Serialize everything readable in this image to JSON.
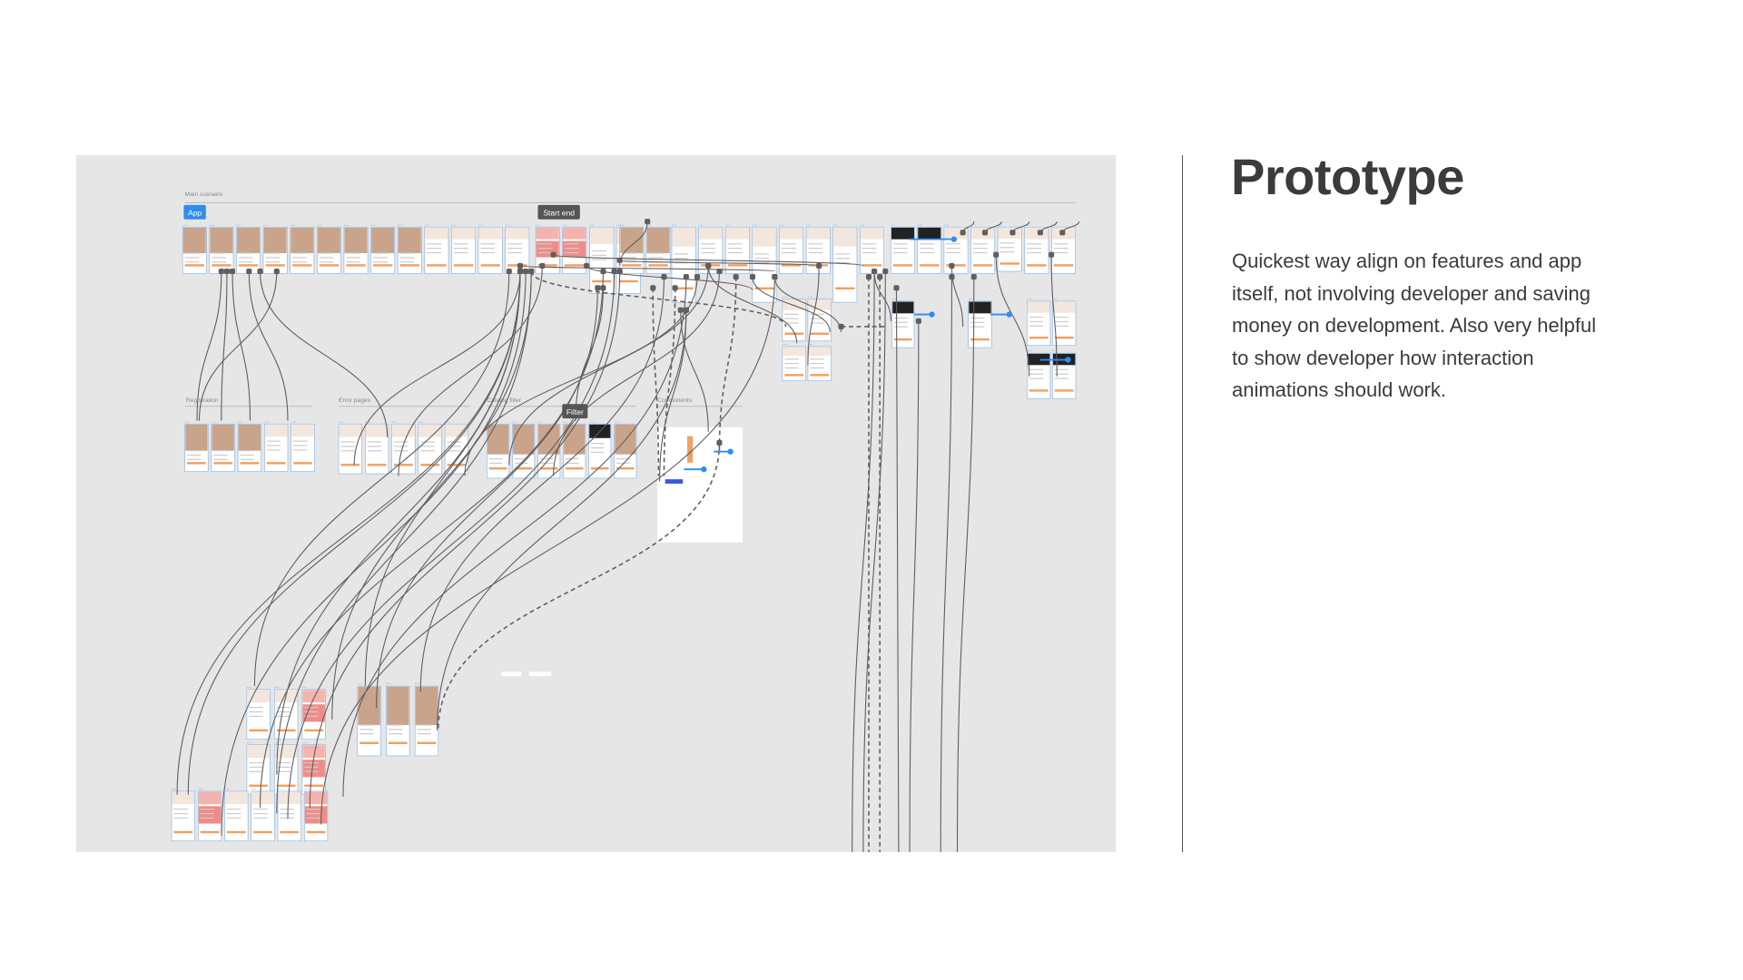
{
  "slide": {
    "title": "Prototype",
    "description": "Quickest way align on features and app itself, not involving developer and saving money on development. Also very helpful to show developer how interaction animations should work."
  },
  "prototype_canvas": {
    "sections": {
      "main": "Main scenario",
      "registration": "Registration",
      "errors": "Error pages",
      "catalog": "Catalog filter",
      "components": "Components"
    },
    "flow_badges": {
      "app": "App",
      "start_end": "Start end",
      "filter": "Filter"
    },
    "colors": {
      "canvas_bg": "#e6e6e6",
      "connector": "#5f5f5f",
      "selection_blue": "#2d8cf0",
      "accent_orange": "#f0a060",
      "badge_dark": "#555555"
    }
  }
}
